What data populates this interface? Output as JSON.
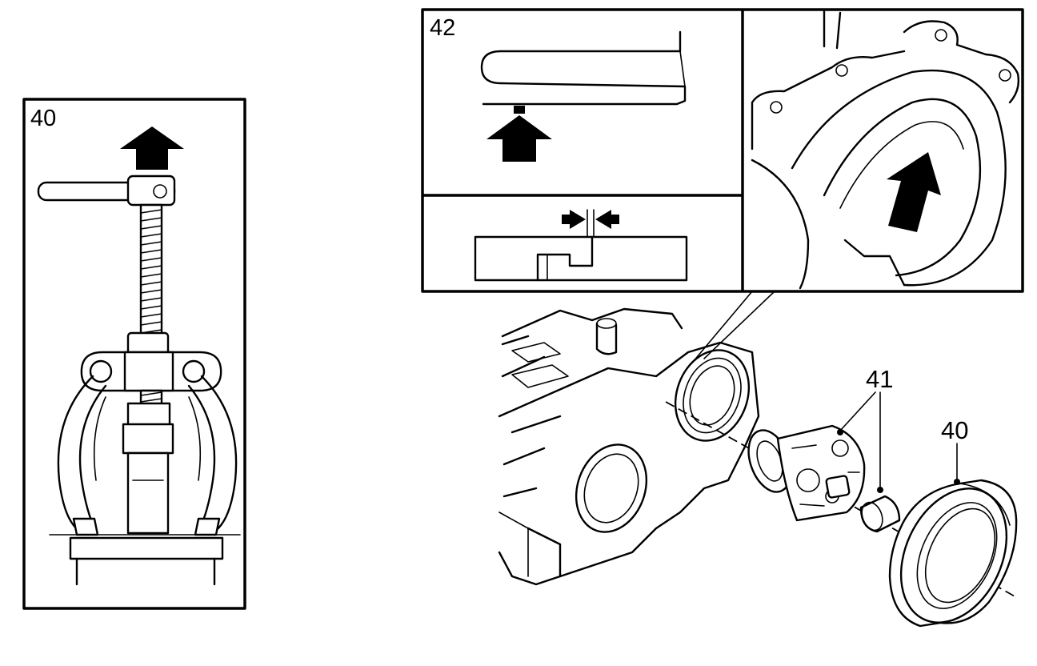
{
  "panels": {
    "left": {
      "number": "40"
    },
    "top_left": {
      "number": "42"
    }
  },
  "callouts": {
    "seal": "41",
    "bearing": "40"
  }
}
